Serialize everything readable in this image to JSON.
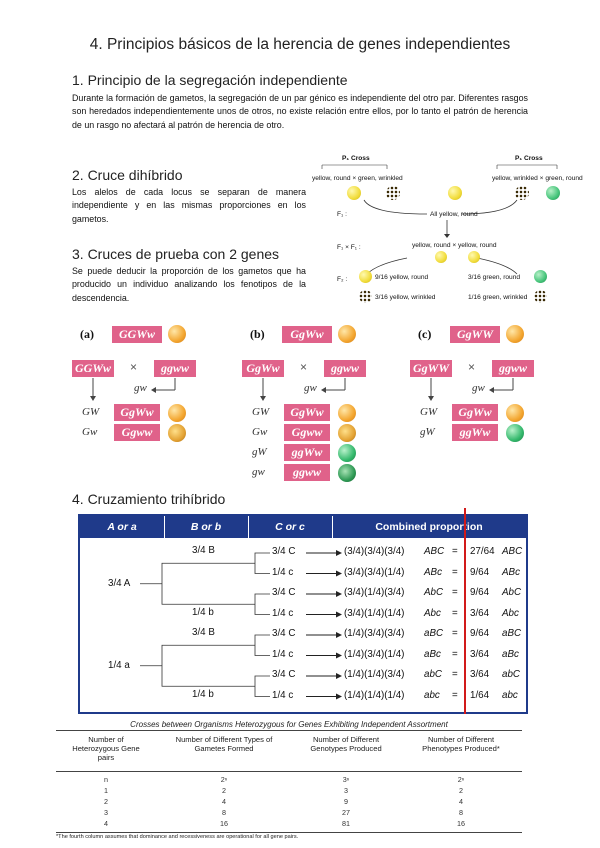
{
  "title": "4. Principios básicos de la herencia de genes independientes",
  "sections": {
    "s1": {
      "heading": "1. Principio de la segregación independiente",
      "text": "Durante la formación de gametos, la segregación de un par génico es independiente del otro par. Diferentes rasgos son heredados independientemente unos de otros, no existe relación entre ellos, por lo tanto el patrón de herencia de un rasgo no afectará al patrón de herencia de otro."
    },
    "s2": {
      "heading": "2. Cruce dihíbrido",
      "text": "Los alelos de cada locus se separan de manera independiente y en las mismas proporciones en los gametos."
    },
    "s3": {
      "heading": "3. Cruces de prueba con 2 genes",
      "text": "Se puede deducir la proporción de los gametos que ha producido un individuo analizando los fenotipos de la descendencia."
    },
    "s4": {
      "heading": "4. Cruzamiento trihíbrido"
    }
  },
  "dihybrid": {
    "p_left": "P₁ Cross",
    "p_right": "P₁ Cross",
    "left_parent": "yellow, round × green, wrinkled",
    "right_parent": "yellow, wrinkled × green, round",
    "f1_label": "F₁ :",
    "f1_result": "All yellow, round",
    "f1xf1_label": "F₁ × F₁ :",
    "f1xf1_text": "yellow, round × yellow, round",
    "f2_label": "F₂ :",
    "r1": "9/16 yellow, round",
    "r2": "3/16 green, round",
    "r3": "3/16 yellow, wrinkled",
    "r4": "1/16 green, wrinkled"
  },
  "test_crosses": [
    {
      "label": "(a)",
      "genotype": "GGWw",
      "left": "GGWw",
      "times": "×",
      "right": "ggww",
      "tester_gamete": "gw",
      "rows": [
        {
          "gamete": "GW",
          "offspring": "GgWw",
          "pea": "orange-round"
        },
        {
          "gamete": "Gw",
          "offspring": "Ggww",
          "pea": "orange-wrinkled"
        }
      ]
    },
    {
      "label": "(b)",
      "genotype": "GgWw",
      "left": "GgWw",
      "times": "×",
      "right": "ggww",
      "tester_gamete": "gw",
      "rows": [
        {
          "gamete": "GW",
          "offspring": "GgWw",
          "pea": "orange-round"
        },
        {
          "gamete": "Gw",
          "offspring": "Ggww",
          "pea": "orange-wrinkled"
        },
        {
          "gamete": "gW",
          "offspring": "ggWw",
          "pea": "green-round"
        },
        {
          "gamete": "gw",
          "offspring": "ggww",
          "pea": "green-wrinkled"
        }
      ]
    },
    {
      "label": "(c)",
      "genotype": "GgWW",
      "left": "GgWW",
      "times": "×",
      "right": "ggww",
      "tester_gamete": "gw",
      "rows": [
        {
          "gamete": "GW",
          "offspring": "GgWw",
          "pea": "orange-round"
        },
        {
          "gamete": "gW",
          "offspring": "ggWw",
          "pea": "green-round"
        }
      ]
    }
  ],
  "trihybrid": {
    "headers": [
      "A or a",
      "B or b",
      "C or c",
      "Combined proportion"
    ],
    "a_labels": [
      "3/4 A",
      "1/4 a"
    ],
    "b_labels": [
      "3/4 B",
      "1/4 b",
      "3/4 B",
      "1/4 b"
    ],
    "rows": [
      {
        "c": "3/4 C",
        "expr": "(3/4)(3/4)(3/4)",
        "geno": "ABC",
        "eq": "=",
        "prop": "27/64",
        "pheno": "ABC"
      },
      {
        "c": "1/4 c",
        "expr": "(3/4)(3/4)(1/4)",
        "geno": "ABc",
        "eq": "=",
        "prop": "9/64",
        "pheno": "ABc"
      },
      {
        "c": "3/4 C",
        "expr": "(3/4)(1/4)(3/4)",
        "geno": "AbC",
        "eq": "=",
        "prop": "9/64",
        "pheno": "AbC"
      },
      {
        "c": "1/4 c",
        "expr": "(3/4)(1/4)(1/4)",
        "geno": "Abc",
        "eq": "=",
        "prop": "3/64",
        "pheno": "Abc"
      },
      {
        "c": "3/4 C",
        "expr": "(1/4)(3/4)(3/4)",
        "geno": "aBC",
        "eq": "=",
        "prop": "9/64",
        "pheno": "aBC"
      },
      {
        "c": "1/4 c",
        "expr": "(1/4)(3/4)(1/4)",
        "geno": "aBc",
        "eq": "=",
        "prop": "3/64",
        "pheno": "aBc"
      },
      {
        "c": "3/4 C",
        "expr": "(1/4)(1/4)(3/4)",
        "geno": "abC",
        "eq": "=",
        "prop": "3/64",
        "pheno": "abC"
      },
      {
        "c": "1/4 c",
        "expr": "(1/4)(1/4)(1/4)",
        "geno": "abc",
        "eq": "=",
        "prop": "1/64",
        "pheno": "abc"
      }
    ]
  },
  "crosses_table": {
    "caption": "Crosses between Organisms Heterozygous for Genes Exhibiting Independent Assortment",
    "headers": [
      "Number of Heterozygous Gene pairs",
      "Number of Different Types of Gametes Formed",
      "Number of Different Genotypes Produced",
      "Number of Different Phenotypes Produced*"
    ],
    "rows": [
      [
        "n",
        "2ⁿ",
        "3ⁿ",
        "2ⁿ"
      ],
      [
        "1",
        "2",
        "3",
        "2"
      ],
      [
        "2",
        "4",
        "9",
        "4"
      ],
      [
        "3",
        "8",
        "27",
        "8"
      ],
      [
        "4",
        "16",
        "81",
        "16"
      ]
    ],
    "footnote": "*The fourth column assumes that dominance and recessiveness are operational for all gene pairs."
  },
  "colors": {
    "box_pink": "#e0628a",
    "table_blue": "#1f3a8a",
    "red_line": "#d11a1a"
  }
}
